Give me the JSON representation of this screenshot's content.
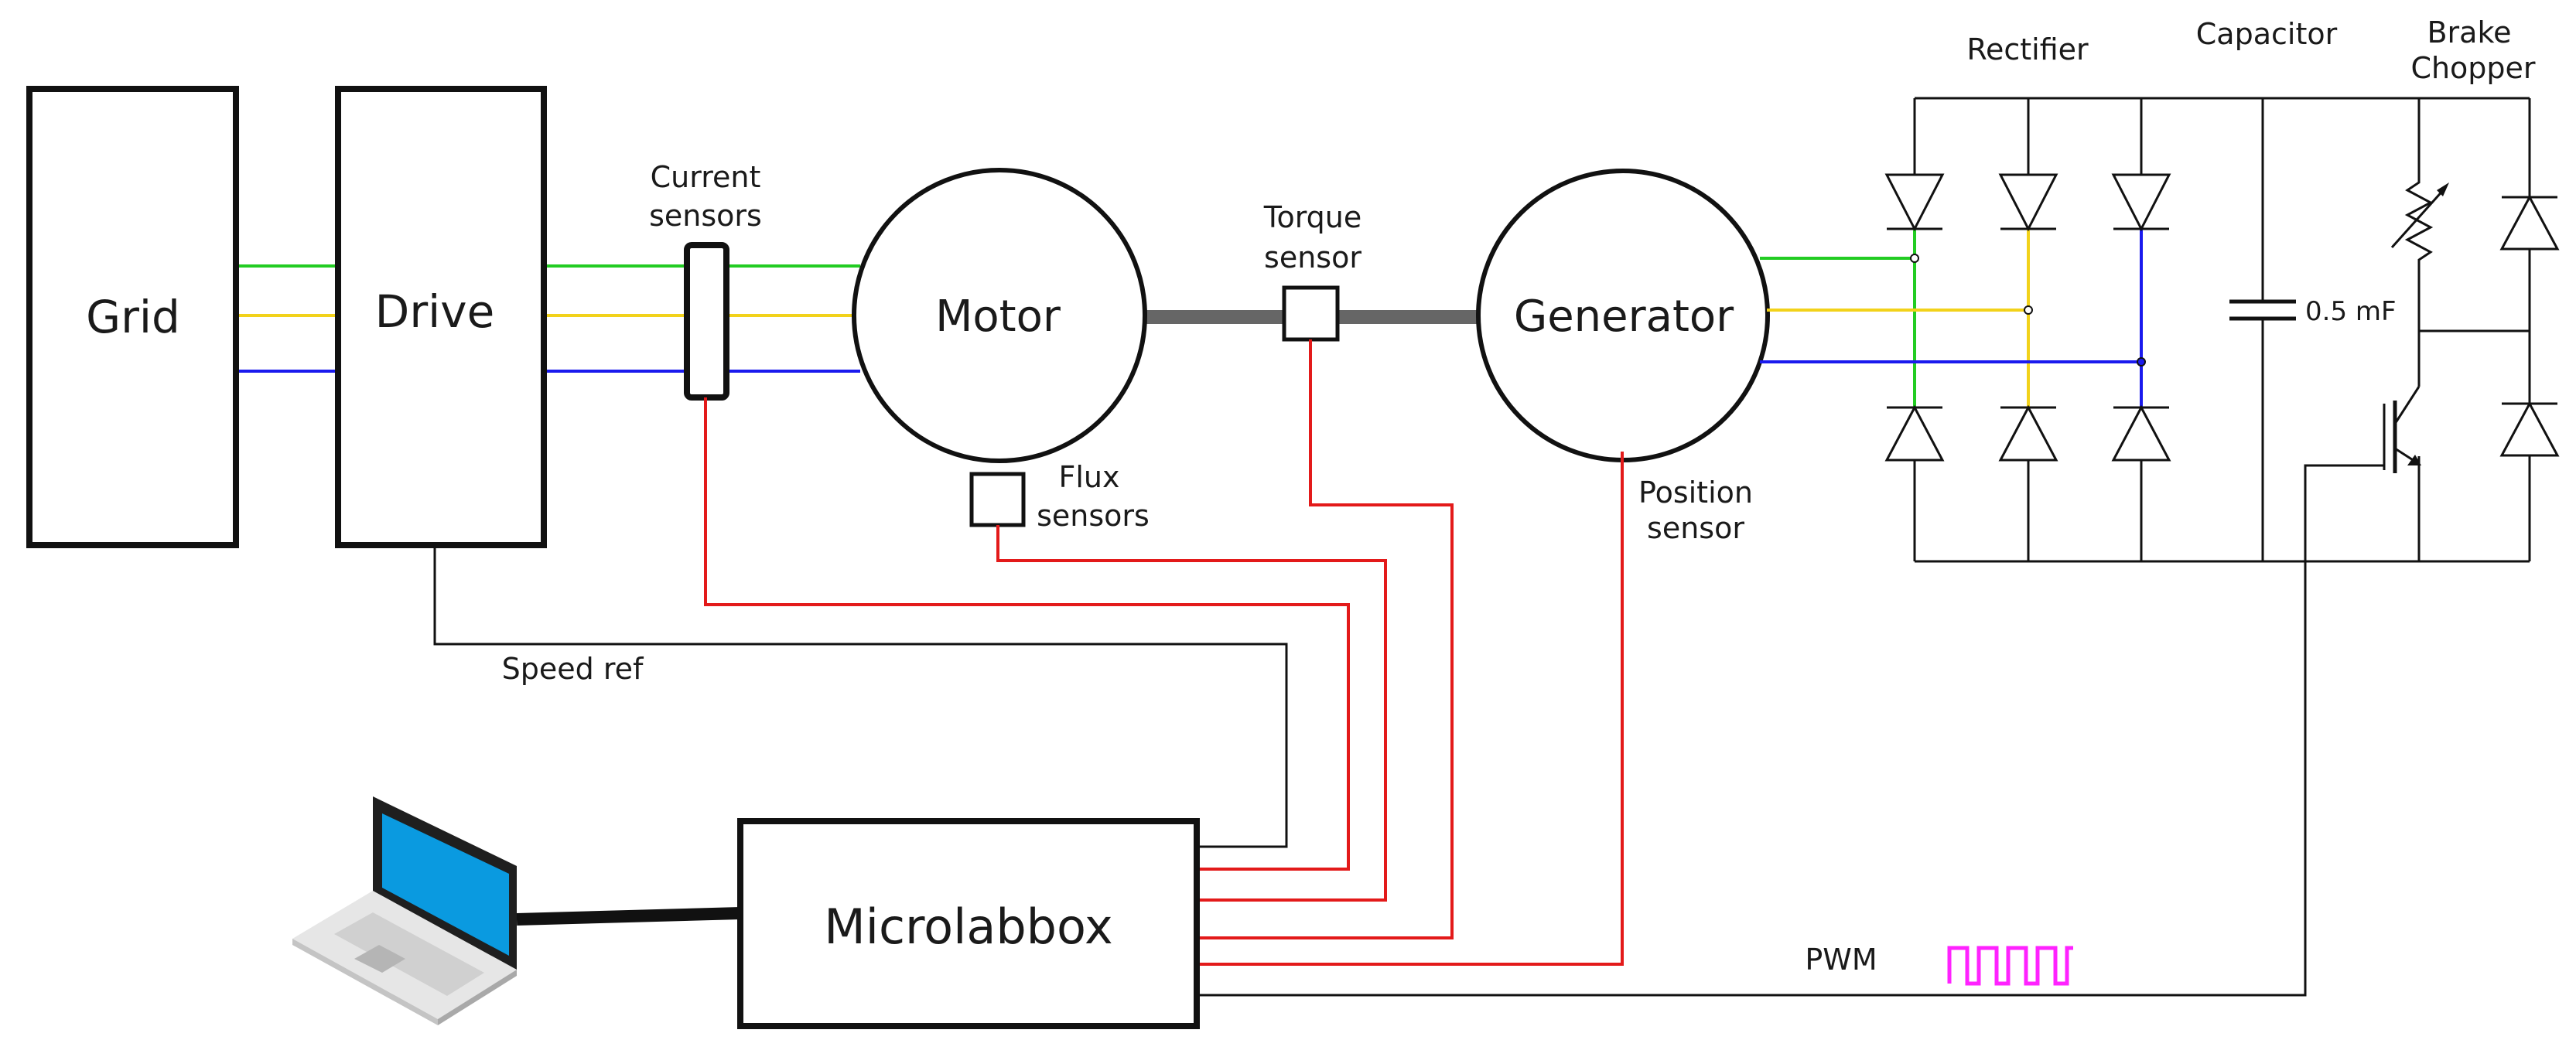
{
  "labels": {
    "grid": "Grid",
    "drive": "Drive",
    "current_sensors_1": "Current",
    "current_sensors_2": "sensors",
    "motor": "Motor",
    "torque_sensor_1": "Torque",
    "torque_sensor_2": "sensor",
    "generator": "Generator",
    "flux_sensors_1": "Flux",
    "flux_sensors_2": "sensors",
    "position_sensor_1": "Position",
    "position_sensor_2": "sensor",
    "rectifier": "Rectifier",
    "capacitor": "Capacitor",
    "brake_chopper_1": "Brake",
    "brake_chopper_2": "Chopper",
    "capacitance": "0.5 mF",
    "speed_ref": "Speed ref",
    "microlabbox": "Microlabbox",
    "pwm": "PWM"
  },
  "colors": {
    "phase_a": "#22cc22",
    "phase_b": "#f2d21a",
    "phase_c": "#1a1aee",
    "signal": "#e31a1a",
    "pwm": "#ff22ff",
    "laptop_screen": "#0a9ae0"
  }
}
